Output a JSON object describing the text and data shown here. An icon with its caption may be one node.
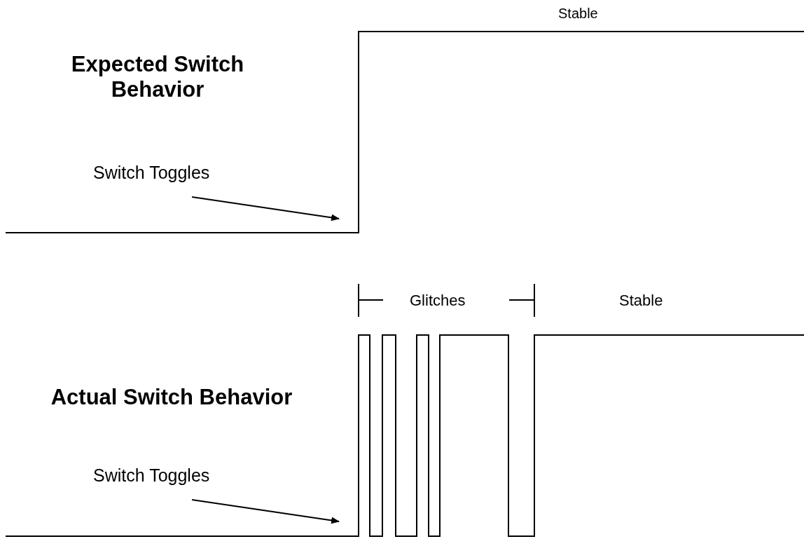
{
  "diagram": {
    "nodes": [
      {
        "text": [
          "Switch Toggles"
        ]
      },
      {
        "text": [
          "Switch Toggles"
        ]
      }
    ],
    "edges": [
      {
        "from": 0,
        "to": null,
        "arrow": "to"
      },
      {
        "from": 1,
        "to": null,
        "arrow": "to"
      }
    ],
    "labels": [
      "Stable",
      "Expected Switch Behavior",
      "Glitches",
      "Stable",
      "Actual Switch Behavior"
    ]
  }
}
